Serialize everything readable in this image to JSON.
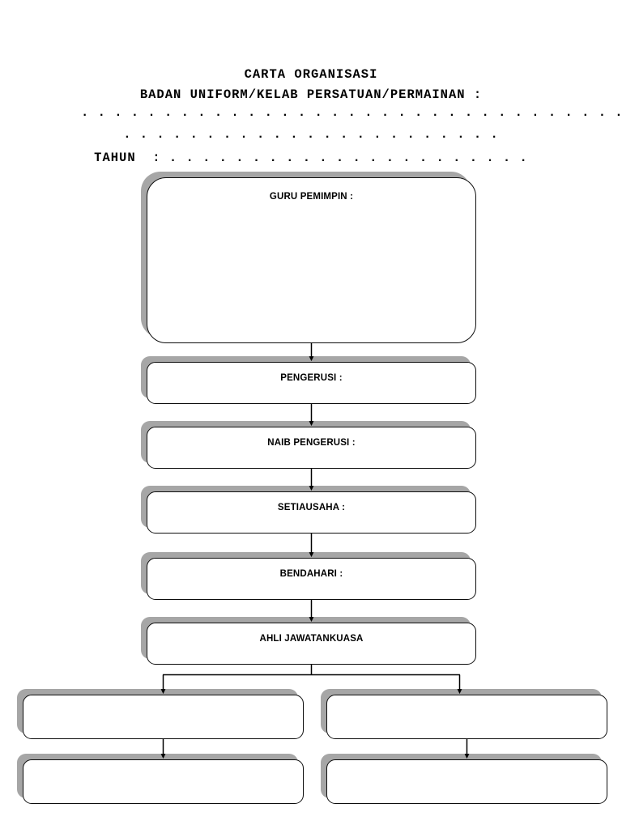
{
  "document": {
    "title_line_1": "CARTA ORGANISASI",
    "title_line_2": "BADAN UNIFORM/KELAB PERSATUAN/PERMAINAN :",
    "blank_line_1": ". . . . . . . . . . . . . . . . . . . . . . . . . . . . . . . . . . . . . . . . . .",
    "blank_line_2": ". . . . . . . . . . . . . . . . . . . . . . .",
    "year_label": "TAHUN  : . . . . . . . . . . . . . . . . . . . . . .",
    "background_color": "#ffffff",
    "shadow_color": "#a6a6a6",
    "border_color": "#0d0d0d"
  },
  "chart": {
    "type": "organizational-chart",
    "nodes": {
      "guru_pemimpin": "GURU PEMIMPIN :",
      "pengerusi": "PENGERUSI :",
      "naib_pengerusi": "NAIB PENGERUSI :",
      "setiausaha": "SETIAUSAHA :",
      "bendahari": "BENDAHARI :",
      "ahli_jawatankuasa": "AHLI JAWATANKUASA",
      "leaf_left_1": "",
      "leaf_right_1": "",
      "leaf_left_2": "",
      "leaf_right_2": ""
    }
  }
}
